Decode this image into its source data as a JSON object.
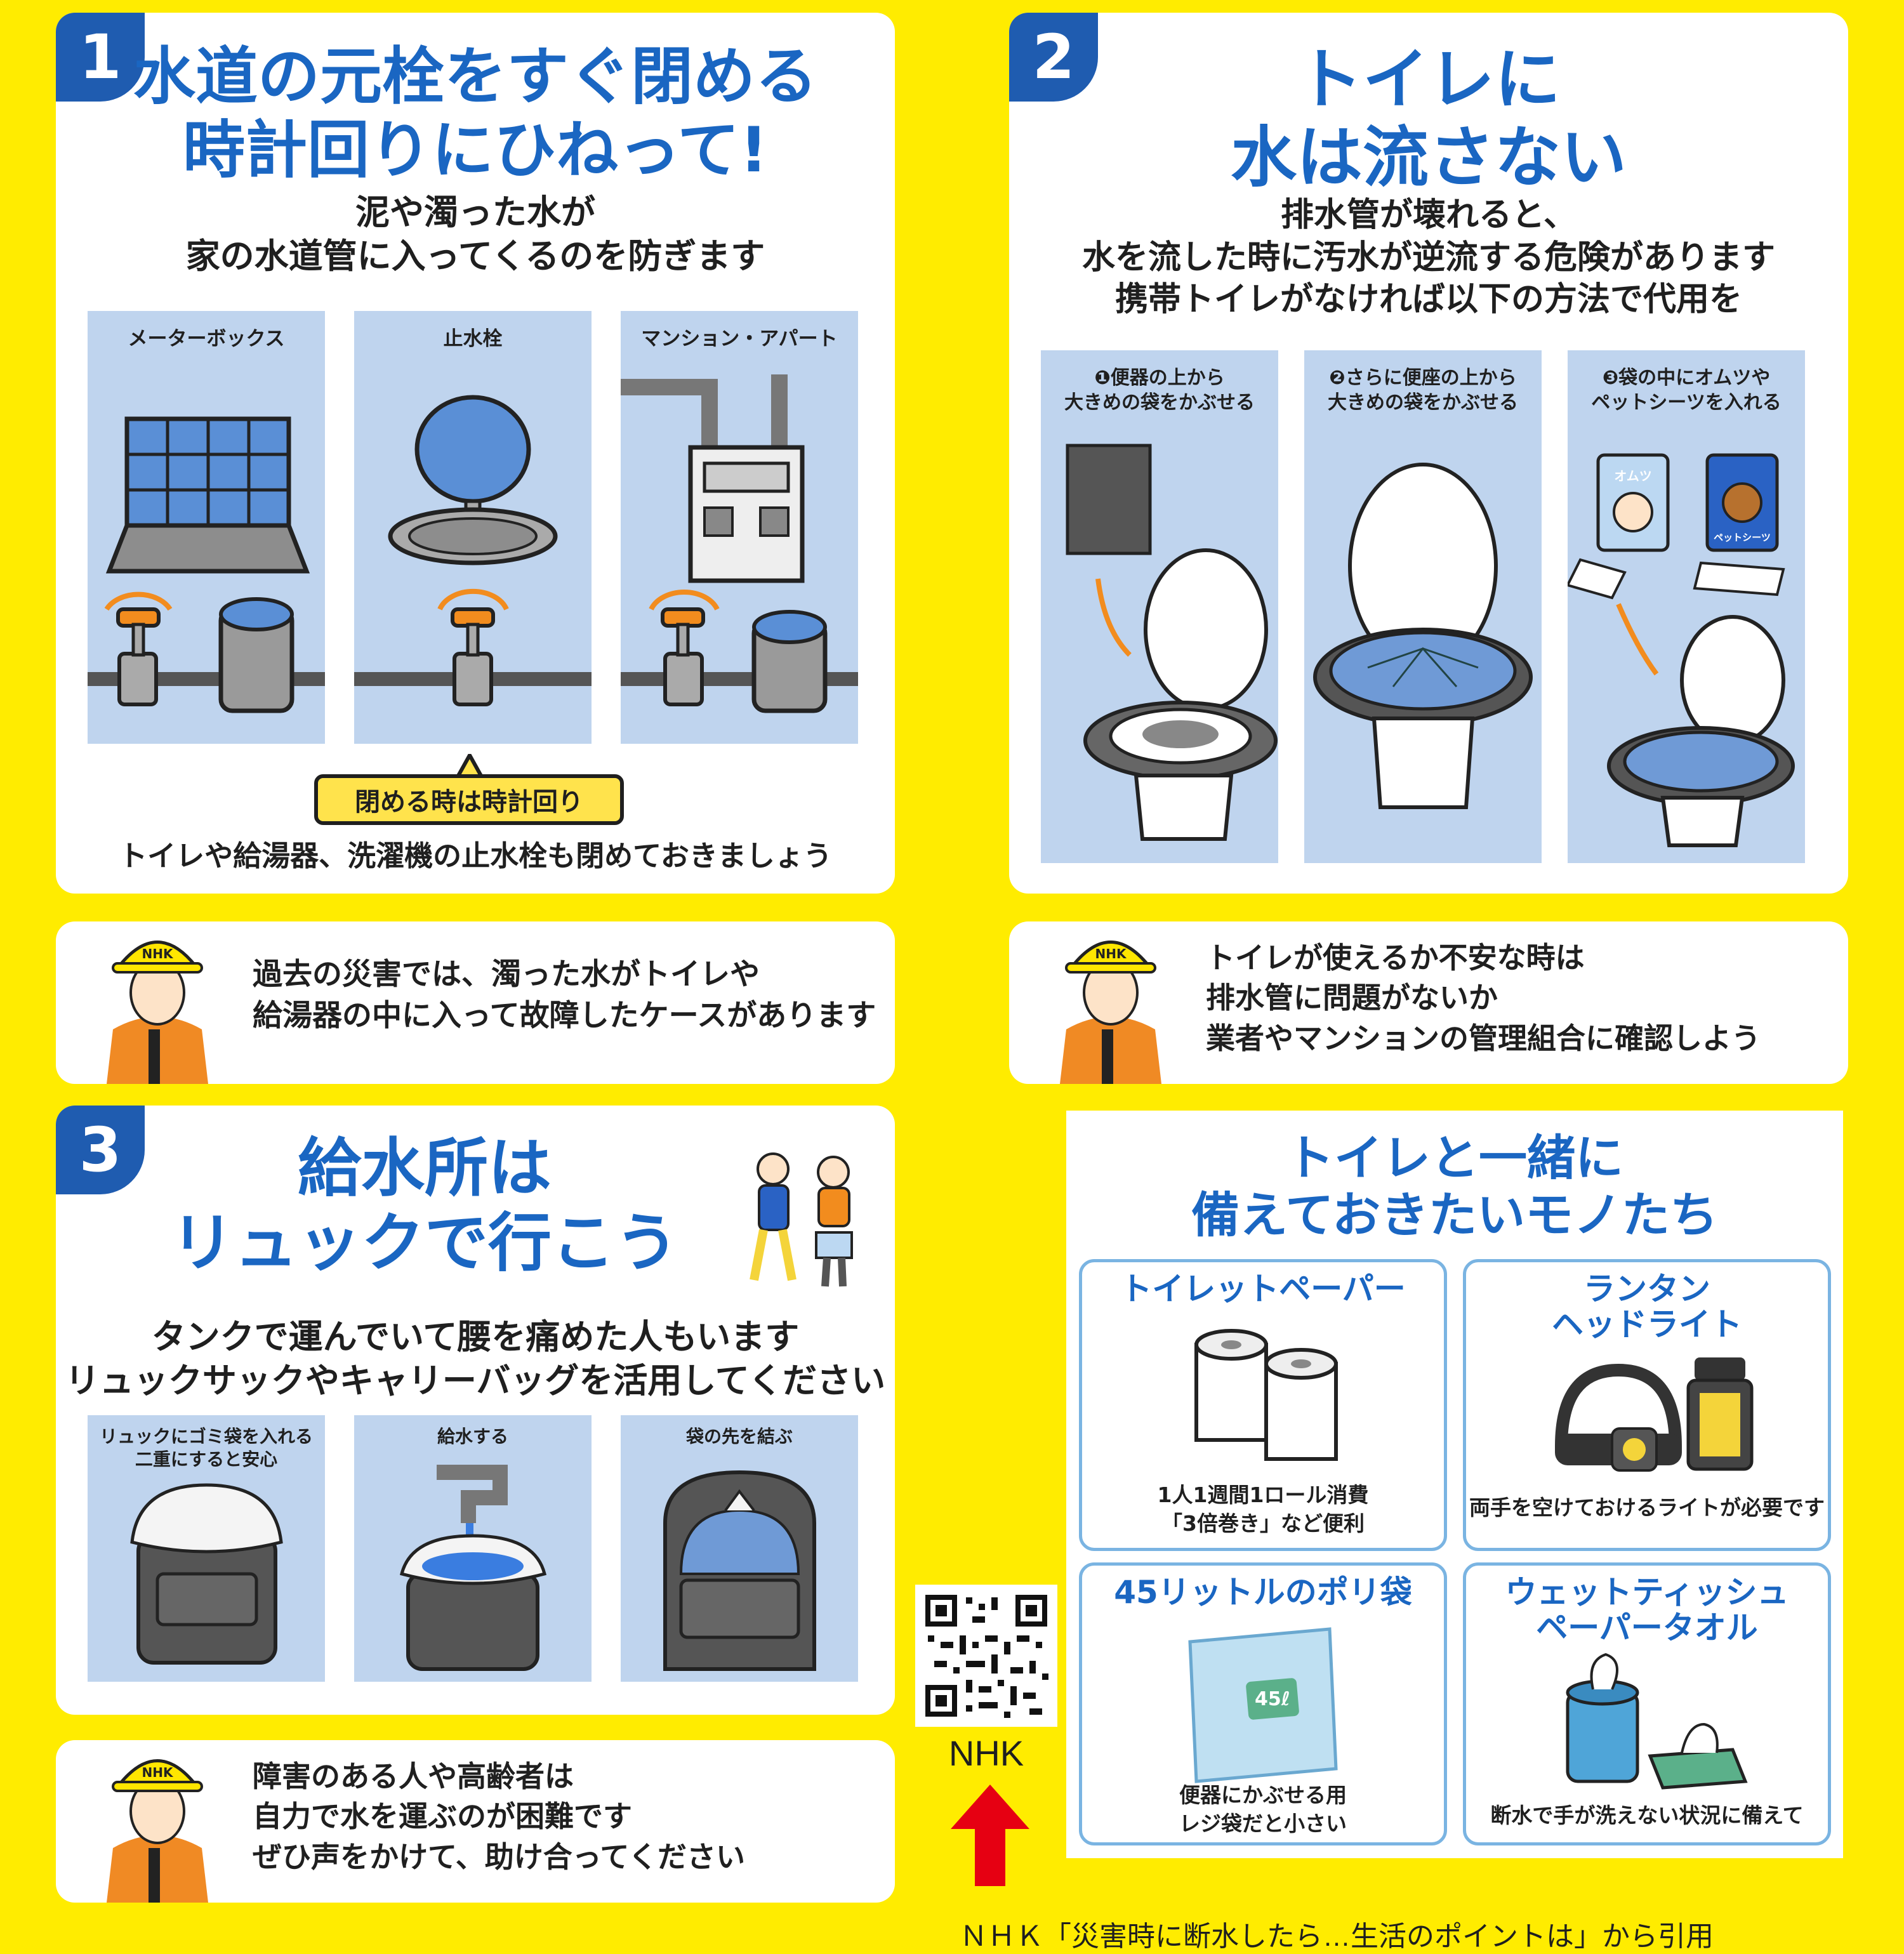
{
  "colors": {
    "background": "#FFEC00",
    "title_blue": "#1a66c2",
    "badge_blue": "#1f5cb0",
    "panel_blue": "#bfd4ee",
    "callout_yellow": "#ffe34c",
    "red_arrow": "#e60012"
  },
  "card1": {
    "number": "1",
    "title_lines": [
      "水道の元栓をすぐ閉める",
      "時計回りにひねって!"
    ],
    "sub_lines": [
      "泥や濁った水が",
      "家の水道管に入ってくるのを防ぎます"
    ],
    "panels": [
      {
        "label": "メーターボックス",
        "icon": "meter-box-illustration"
      },
      {
        "label": "止水栓",
        "icon": "stop-valve-illustration"
      },
      {
        "label": "マンション・アパート",
        "icon": "apartment-meter-illustration"
      }
    ],
    "callout": "閉める時は時計回り",
    "footer": "トイレや給湯器、洗濯機の止水栓も閉めておきましょう"
  },
  "note1": {
    "lines": [
      "過去の災害では、濁った水がトイレや",
      "給湯器の中に入って故障したケースがあります"
    ],
    "badge": "NHK"
  },
  "card2": {
    "number": "2",
    "title_lines": [
      "トイレに",
      "水は流さない"
    ],
    "sub_lines": [
      "排水管が壊れると、",
      "水を流した時に汚水が逆流する危険があります",
      "携帯トイレがなければ以下の方法で代用を"
    ],
    "panels": [
      {
        "label_lines": [
          "❶便器の上から",
          "大きめの袋をかぶせる"
        ],
        "icon": "bag-over-toilet-illustration"
      },
      {
        "label_lines": [
          "❷さらに便座の上から",
          "大きめの袋をかぶせる"
        ],
        "icon": "bag-over-seat-illustration"
      },
      {
        "label_lines": [
          "❸袋の中にオムツや",
          "ペットシーツを入れる"
        ],
        "icon": "diaper-in-bag-illustration",
        "items": [
          "オムツ",
          "ペットシーツ"
        ]
      }
    ]
  },
  "note2": {
    "lines": [
      "トイレが使えるか不安な時は",
      "排水管に問題がないか",
      "業者やマンションの管理組合に確認しよう"
    ],
    "badge": "NHK"
  },
  "card3": {
    "number": "3",
    "title_lines": [
      "給水所は",
      "リュックで行こう"
    ],
    "sub_lines": [
      "タンクで運んでいて腰を痛めた人もいます",
      "リュックサックやキャリーバッグを活用してください"
    ],
    "panels": [
      {
        "label_lines": [
          "リュックにゴミ袋を入れる",
          "二重にすると安心"
        ],
        "icon": "backpack-with-bag-illustration"
      },
      {
        "label_lines": [
          "給水する"
        ],
        "icon": "filling-water-illustration"
      },
      {
        "label_lines": [
          "袋の先を結ぶ"
        ],
        "icon": "tied-bag-illustration"
      }
    ]
  },
  "note3": {
    "lines": [
      "障害のある人や高齢者は",
      "自力で水を運ぶのが困難です",
      "ぜひ声をかけて、助け合ってください"
    ],
    "badge": "NHK"
  },
  "supplies": {
    "title_lines": [
      "トイレと一緒に",
      "備えておきたいモノたち"
    ],
    "items": [
      {
        "title_lines": [
          "トイレットペーパー"
        ],
        "desc_lines": [
          "1人1週間1ロール消費",
          "「3倍巻き」など便利"
        ],
        "icon": "toilet-paper-icon"
      },
      {
        "title_lines": [
          "ランタン",
          "ヘッドライト"
        ],
        "desc_lines": [
          "両手を空けておけるライトが必要です"
        ],
        "icon": "lantern-headlight-icon"
      },
      {
        "title_lines": [
          "45リットルのポリ袋"
        ],
        "desc_lines": [
          "便器にかぶせる用",
          "レジ袋だと小さい"
        ],
        "icon": "plastic-bag-icon",
        "bag_label": "45ℓ"
      },
      {
        "title_lines": [
          "ウェットティッシュ",
          "ペーパータオル"
        ],
        "desc_lines": [
          "断水で手が洗えない状況に備えて"
        ],
        "icon": "wet-tissue-icon"
      }
    ]
  },
  "qr": {
    "label": "NHK",
    "icon": "qr-code-icon"
  },
  "credit": "ＮＨＫ「災害時に断水したら…生活のポイントは」から引用"
}
